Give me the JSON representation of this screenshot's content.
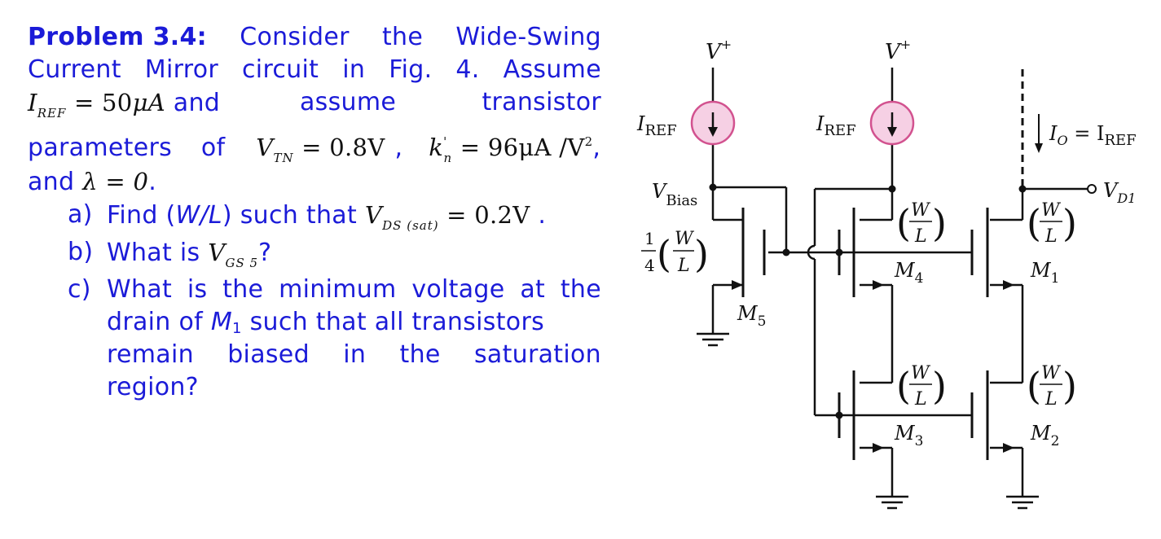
{
  "problem": {
    "title": "Problem 3.4:",
    "intro_l1_words": [
      "Consider",
      "the",
      "Wide-Swing"
    ],
    "intro_l2_words": [
      "Current",
      "Mirror",
      "circuit",
      "in",
      "Fig.",
      "4.",
      "Assume"
    ],
    "iref_sym": "I",
    "iref_sub": "REF",
    "iref_val": " = 50",
    "iref_unit": "μA",
    "and_word": " and",
    "l3_words": [
      "assume",
      "transistor"
    ],
    "params_word": "parameters",
    "of_word": "of",
    "vtn_sym": "V",
    "vtn_sub": "TN",
    "vtn_val": " = 0.8V",
    "comma1": ",",
    "kn_sym": "k",
    "kn_prime": "'",
    "kn_sub": "n",
    "kn_val": " = 96μA /V",
    "kn_exp": "2",
    "comma2": ",",
    "and_lambda": "and ",
    "lambda_eq": "λ = 0",
    "period": ".",
    "a_label": "a)",
    "a_text": "Find (",
    "a_wl": "W/L",
    "a_text2": ") such that ",
    "vds_sym": "V",
    "vds_sub": "DS (sat)",
    "vds_val": " = 0.2V",
    "a_end": " .",
    "b_label": "b)",
    "b_text": "What is ",
    "vgs_sym": "V",
    "vgs_sub": "GS 5",
    "b_end": "?",
    "c_label": "c)",
    "c_l1_words": [
      "What",
      "is",
      "the",
      "minimum",
      "voltage",
      "at",
      "the"
    ],
    "c_l2_a": "drain of ",
    "c_m": "M",
    "c_m_sub": "1",
    "c_l2_b": " such that all transistors",
    "c_l3_words": [
      "remain",
      "biased",
      "in",
      "the",
      "saturation"
    ],
    "c_l4": "region?"
  },
  "circuit": {
    "vplus": "V",
    "vplus_sup": "+",
    "iref": "I",
    "iref_sub": "REF",
    "vbias": "V",
    "vbias_sub": "Bias",
    "io": "I",
    "io_sub": "O",
    "io_eq": " = I",
    "io_ref": "REF",
    "vd1": "V",
    "vd1_sub": "D1",
    "w": "W",
    "l": "L",
    "quarter_num": "1",
    "quarter_den": "4",
    "m": "M",
    "m5": "5",
    "m4": "4",
    "m1": "1",
    "m3": "3",
    "m2": "2",
    "text_color": "#1b1bd8",
    "source_fill": "#f6d0e4",
    "source_stroke": "#d2528f"
  }
}
